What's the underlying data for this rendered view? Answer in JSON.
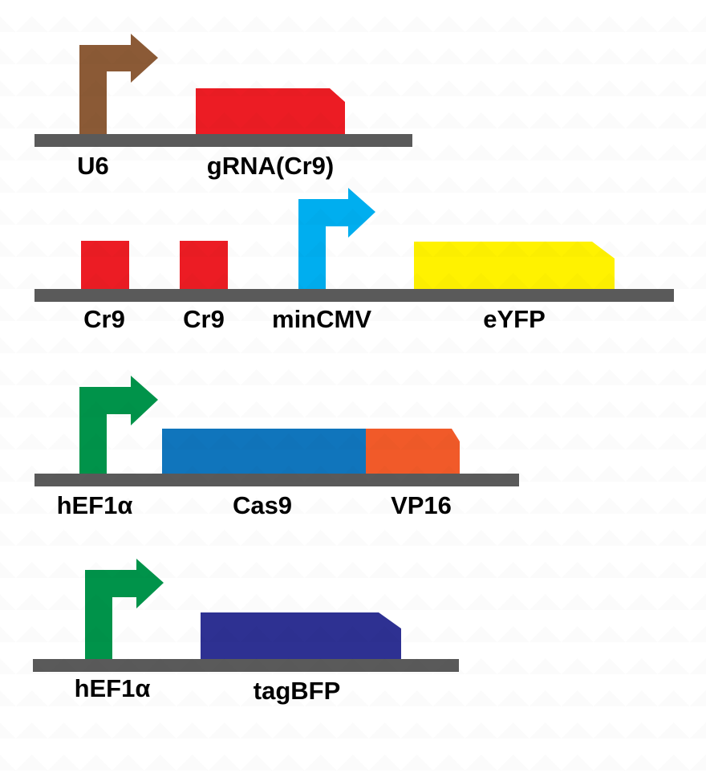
{
  "colors": {
    "backbone": "#5a5a5a",
    "u6_promoter": "#8b5a36",
    "grna": "#ec1c24",
    "cr9_site": "#ec1c24",
    "mincmv_promoter": "#00aeef",
    "eyfp": "#fff200",
    "hef1a_promoter": "#00934a",
    "cas9": "#1075bc",
    "vp16": "#f15a29",
    "tagbfp": "#2e3192",
    "label": "#000000"
  },
  "constructs": [
    {
      "name": "grna-construct",
      "labels": {
        "u6": "U6",
        "grna": "gRNA(Cr9)"
      }
    },
    {
      "name": "reporter-construct",
      "labels": {
        "cr9_a": "Cr9",
        "cr9_b": "Cr9",
        "mincmv": "minCMV",
        "eyfp": "eYFP"
      }
    },
    {
      "name": "activator-construct",
      "labels": {
        "hef1a": "hEF1α",
        "cas9": "Cas9",
        "vp16": "VP16"
      }
    },
    {
      "name": "marker-construct",
      "labels": {
        "hef1a": "hEF1α",
        "tagbfp": "tagBFP"
      }
    }
  ]
}
